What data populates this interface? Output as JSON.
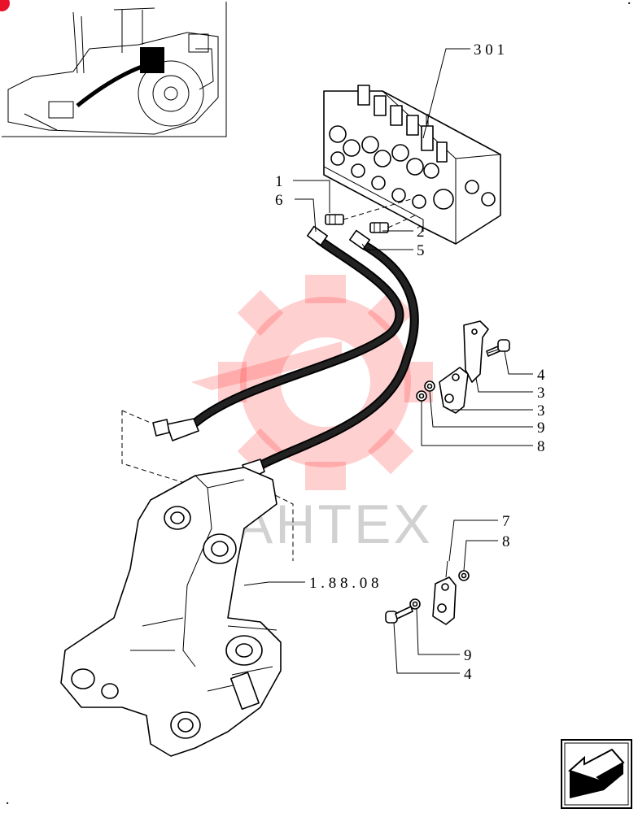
{
  "diagram": {
    "kind": "exploded parts diagram",
    "callouts": {
      "c301": "3 0 1",
      "c1": "1",
      "c6": "6",
      "c2": "2",
      "c5": "5",
      "c4a": "4",
      "c3a": "3",
      "c3b": "3",
      "c9a": "9",
      "c8a": "8",
      "c188": "1 . 8 8 . 0 8",
      "c7": "7",
      "c8b": "8",
      "c9b": "9",
      "c4b": "4"
    },
    "watermark": "AHTEX",
    "corner_marks": {
      "top_right": "·",
      "bottom_left": "·"
    },
    "colors": {
      "line": "#000000",
      "watermark": "#ff2b2b",
      "corner_badge": "#e8122a"
    },
    "icons": [
      "tractor-thumbnail-icon",
      "next-page-arrow-icon"
    ]
  }
}
